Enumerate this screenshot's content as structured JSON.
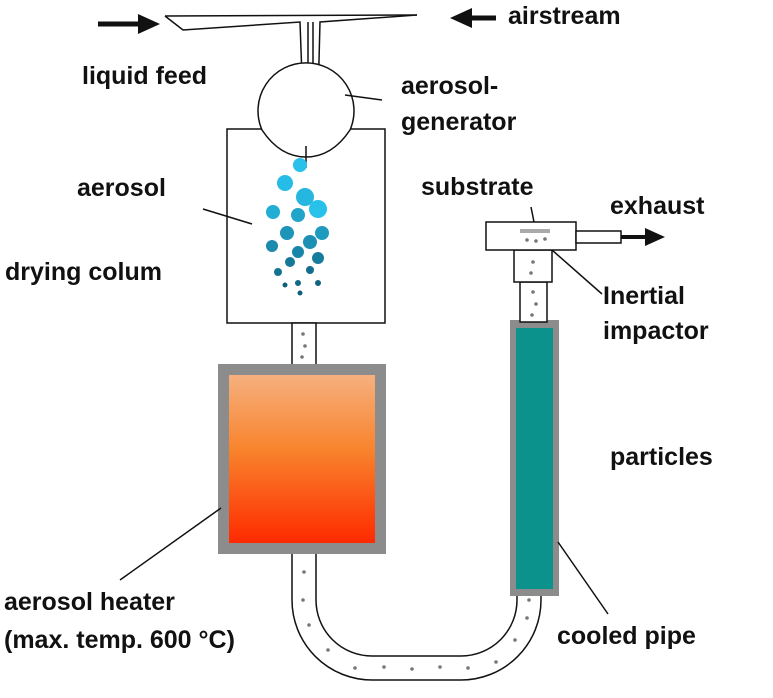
{
  "colors": {
    "stroke": "#111111",
    "heater_frame": "#8c8c8c",
    "heater_top": "#f6b07e",
    "heater_mid": "#f8832c",
    "heater_bottom": "#ff2a00",
    "cooled_pipe": "#0c928c",
    "droplet_light": "#27c1ea",
    "droplet_dark": "#0f5f7d",
    "particle_dot": "#777777",
    "substrate": "#aaaaaa"
  },
  "labels": {
    "airstream": "airstream",
    "liquid_feed": "liquid feed",
    "aerosol_generator_line1": "aerosol-",
    "aerosol_generator_line2": "generator",
    "aerosol": "aerosol",
    "drying_column": "drying colum",
    "substrate": "substrate",
    "exhaust": "exhaust",
    "inertial_impactor_line1": "Inertial",
    "inertial_impactor_line2": "impactor",
    "particles": "particles",
    "aerosol_heater_line1": "aerosol heater",
    "aerosol_heater_line2": "(max. temp. 600 °C)",
    "cooled_pipe": "cooled pipe"
  },
  "icons": [
    "arrow-right-icon",
    "arrow-left-icon",
    "arrow-right-icon"
  ]
}
